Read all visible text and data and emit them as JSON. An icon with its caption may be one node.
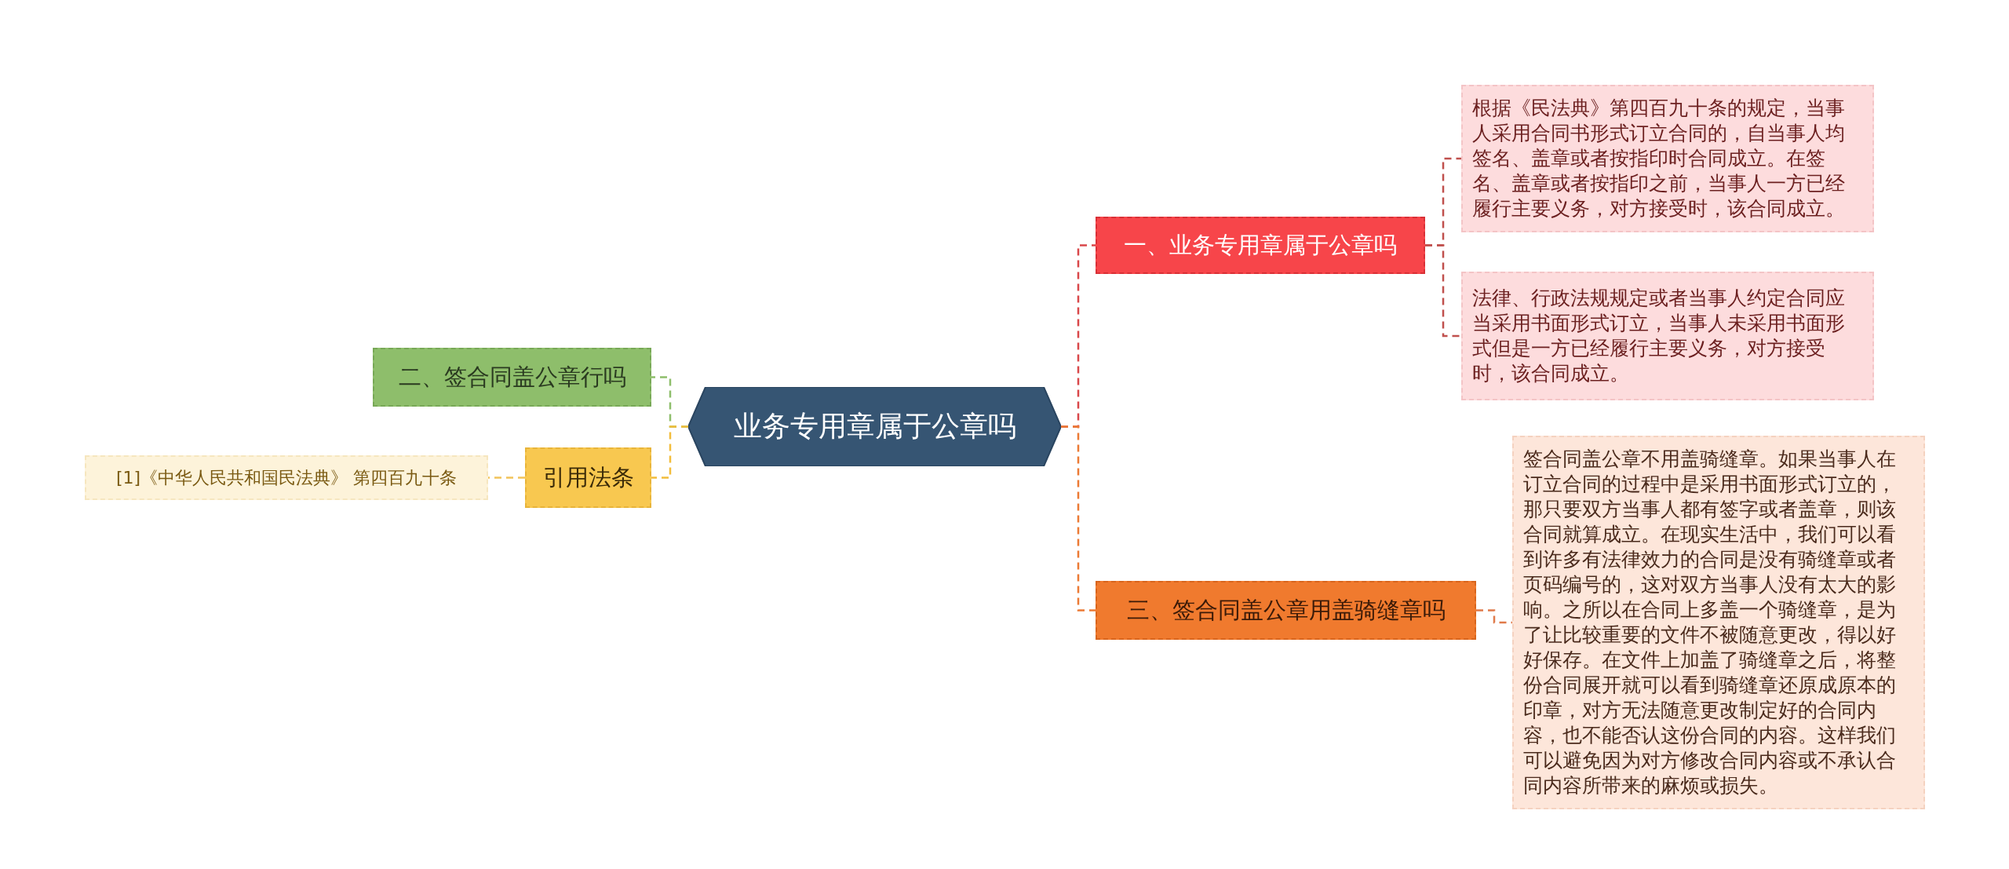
{
  "diagram": {
    "nodes": [
      {
        "text": [
          "业务专用章属于公章吗"
        ]
      },
      {
        "text": [
          "一、业务专用章属于公章吗"
        ]
      },
      {
        "text": [
          "根据《民法典》第四百九十条的规定，当事人采用合同书形式订立合同的，自当事人均签名、盖章或者按指印时合同成立。在签名、盖章或者按指印之前，当事人一方已经履行主要义务，对方接受时，该合同成立。"
        ]
      },
      {
        "text": [
          "法律、行政法规规定或者当事人约定合同应当采用书面形式订立，当事人未采用书面形式但是一方已经履行主要义务，对方接受时，该合同成立。"
        ]
      },
      {
        "text": [
          "三、签合同盖公章用盖骑缝章吗"
        ]
      },
      {
        "text": [
          "签合同盖公章不用盖骑缝章。如果当事人在订立合同的过程中是采用书面形式订立的，那只要双方当事人都有签字或者盖章，则该合同就算成立。在现实生活中，我们可以看到许多有法律效力的合同是没有骑缝章或者页码编号的，这对双方当事人没有太大的影响。之所以在合同上多盖一个骑缝章，是为了让比较重要的文件不被随意更改，得以好好保存。在文件上加盖了骑缝章之后，将整份合同展开就可以看到骑缝章还原成原本的印章，对方无法随意更改制定好的合同内容，也不能否认这份合同的内容。这样我们可以避免因为对方修改合同内容或不承认合同内容所带来的麻烦或损失。"
        ]
      },
      {
        "text": [
          "二、签合同盖公章行吗"
        ]
      },
      {
        "text": [
          "引用法条"
        ]
      },
      {
        "text": [
          "[1]《中华人民共和国民法典》 第四百九十条"
        ]
      }
    ],
    "edges": [
      {
        "from": 0,
        "to": 1,
        "arrow": "none",
        "style": "dashed",
        "color": "#d9474a"
      },
      {
        "from": 1,
        "to": 2,
        "arrow": "none",
        "style": "dashed",
        "color": "#c0504d"
      },
      {
        "from": 1,
        "to": 3,
        "arrow": "none",
        "style": "dashed",
        "color": "#c0504d"
      },
      {
        "from": 0,
        "to": 4,
        "arrow": "none",
        "style": "dashed",
        "color": "#ec7a34"
      },
      {
        "from": 4,
        "to": 5,
        "arrow": "none",
        "style": "dashed",
        "color": "#e07a4a"
      },
      {
        "from": 0,
        "to": 6,
        "arrow": "none",
        "style": "dashed",
        "color": "#8ebe6b"
      },
      {
        "from": 0,
        "to": 7,
        "arrow": "none",
        "style": "dashed",
        "color": "#f2bd3c"
      },
      {
        "from": 7,
        "to": 8,
        "arrow": "none",
        "style": "dashed",
        "color": "#f2c35a"
      }
    ]
  }
}
